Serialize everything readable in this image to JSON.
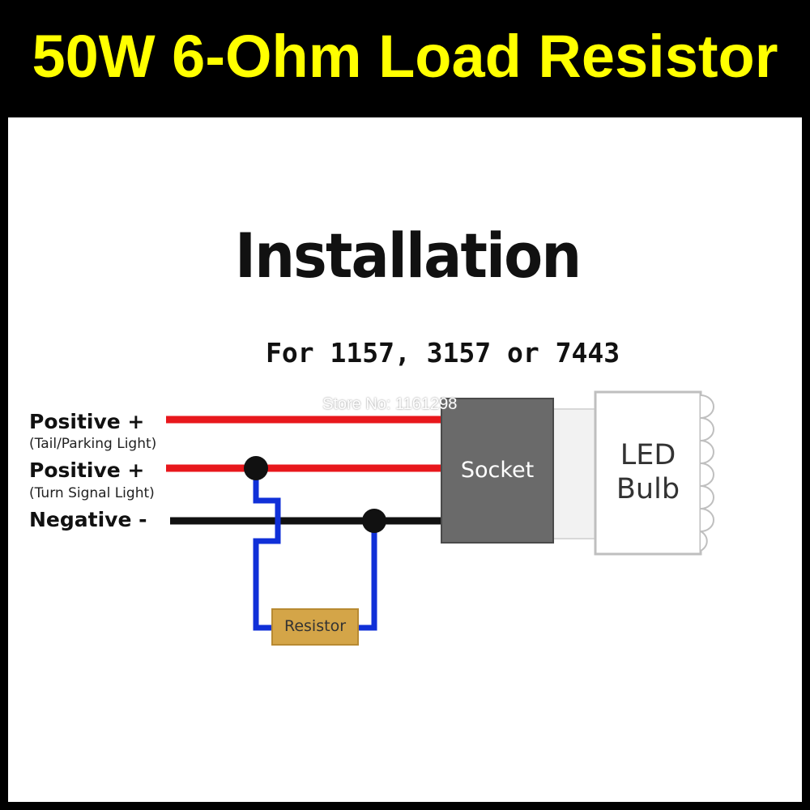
{
  "banner": {
    "title": "50W 6-Ohm Load Resistor"
  },
  "diagram": {
    "heading": "Installation",
    "subheading": "For 1157, 3157 or 7443",
    "wires": [
      {
        "label": "Positive +",
        "sublabel": "(Tail/Parking Light)",
        "color": "#e8171c"
      },
      {
        "label": "Positive +",
        "sublabel": "(Turn Signal Light)",
        "color": "#e8171c"
      },
      {
        "label": "Negative -",
        "sublabel": "",
        "color": "#111111"
      }
    ],
    "socket_label": "Socket",
    "bulb_label_line1": "LED",
    "bulb_label_line2": "Bulb",
    "resistor_label": "Resistor",
    "store_number": "Store No: 1161298",
    "colors": {
      "title": "#ffff00",
      "positive_wire": "#e8171c",
      "negative_wire": "#111111",
      "resistor_lead": "#1030d8",
      "resistor_body": "#d4a548",
      "socket": "#6a6a6a"
    }
  }
}
